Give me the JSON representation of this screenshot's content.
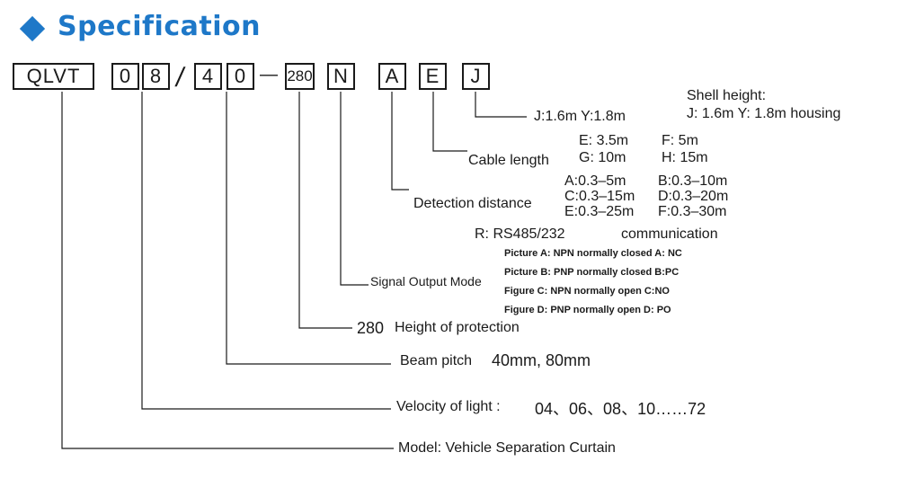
{
  "title": "Specification",
  "code_parts": [
    "QLVT",
    "0",
    "8",
    "/",
    "4",
    "0",
    "—",
    "280",
    "N",
    "A",
    "E",
    "J"
  ],
  "shell": {
    "header": "Shell height:",
    "options": "J: 1.6m Y: 1.8m housing",
    "inline": "J:1.6m  Y:1.8m"
  },
  "cable": {
    "label": "Cable length",
    "e": "E: 3.5m",
    "f": "F: 5m",
    "g": "G: 10m",
    "h": "H: 15m"
  },
  "detection": {
    "label": "Detection distance",
    "a": "A:0.3–5m",
    "b": "B:0.3–10m",
    "c": "C:0.3–15m",
    "d": "D:0.3–20m",
    "e": "E:0.3–25m",
    "f": "F:0.3–30m"
  },
  "comm": {
    "r": "R: RS485/232",
    "word": "communication"
  },
  "signal": {
    "label": "Signal Output Mode",
    "a": "Picture A: NPN normally closed A: NC",
    "b": "Picture B: PNP normally closed B:PC",
    "c": "Figure C: NPN normally open C:NO",
    "d": "Figure D: PNP normally open D: PO"
  },
  "protection": {
    "num": "280",
    "label": "Height of protection"
  },
  "beam": {
    "label": "Beam pitch",
    "values": "40mm, 80mm"
  },
  "velocity": {
    "label": "Velocity of light :",
    "values": "04、06、08、10……72"
  },
  "model": {
    "label": "Model: Vehicle Separation Curtain"
  }
}
